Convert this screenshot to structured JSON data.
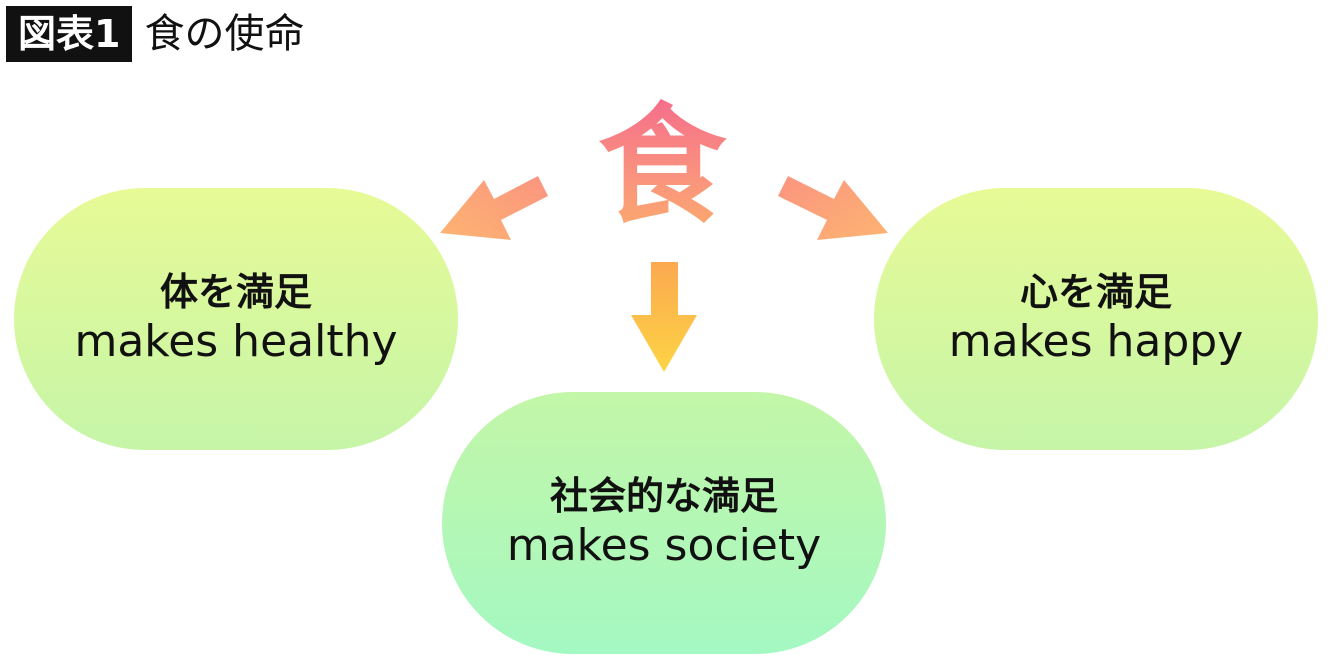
{
  "header": {
    "badge": "図表1",
    "title": "食の使命"
  },
  "center": {
    "label": "食"
  },
  "nodes": {
    "body": {
      "jp": "体を満足",
      "en": "makes healthy"
    },
    "heart": {
      "jp": "心を満足",
      "en": "makes happy"
    },
    "society": {
      "jp": "社会的な満足",
      "en": "makes society"
    }
  },
  "colors": {
    "arrow_side": "#fba27a",
    "arrow_down": "#fcc444",
    "food_top": "#f56b8c",
    "food_bottom": "#fcae6a",
    "pill_top": "#e7fa96",
    "pill_bottom": "#a4f8c2"
  }
}
